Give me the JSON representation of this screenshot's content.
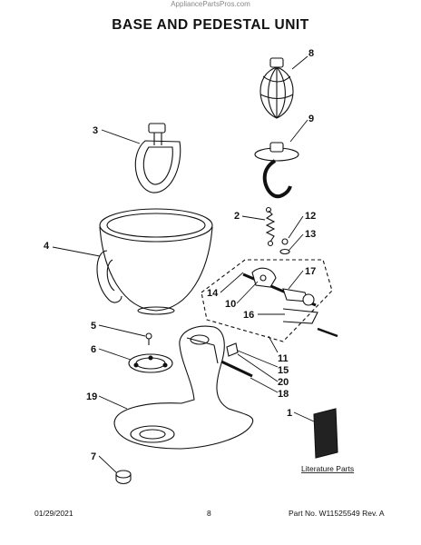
{
  "watermark": "AppliancePartsPros.com",
  "title": "BASE AND PEDESTAL UNIT",
  "callouts": {
    "c1": "1",
    "c2": "2",
    "c3": "3",
    "c4": "4",
    "c5": "5",
    "c6": "6",
    "c7": "7",
    "c8": "8",
    "c9": "9",
    "c10": "10",
    "c11": "11",
    "c12": "12",
    "c13": "13",
    "c14": "14",
    "c15": "15",
    "c16": "16",
    "c17": "17",
    "c18": "18",
    "c19": "19",
    "c20": "20"
  },
  "literature_label": "Literature Parts",
  "footer": {
    "date": "01/29/2021",
    "page": "8",
    "part_info": "Part No. W11525549  Rev. A"
  }
}
